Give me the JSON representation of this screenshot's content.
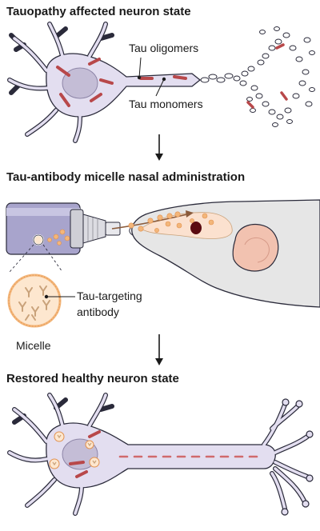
{
  "panels": {
    "top": {
      "title": "Tauopathy affected neuron state",
      "label_oligomers": "Tau oligomers",
      "label_monomers": "Tau monomers"
    },
    "middle": {
      "title": "Tau-antibody micelle nasal administration",
      "label_antibody_line1": "Tau-targeting",
      "label_antibody_line2": "antibody",
      "label_micelle": "Micelle"
    },
    "bottom": {
      "title": "Restored healthy neuron state"
    }
  },
  "colors": {
    "neuron_fill": "#e3def0",
    "neuron_stroke": "#2a2a3a",
    "nucleus": "#c4bdd6",
    "tau_red": "#b8484a",
    "micelle_orange": "#f3b67a",
    "micelle_bg": "#fde7cf",
    "antibody_tan": "#c9a27a",
    "mouse_gray": "#e6e6e6",
    "ear_pink": "#f2c2b0",
    "device_purple": "#a8a4cc",
    "arrow_brown": "#8a5a3a"
  }
}
